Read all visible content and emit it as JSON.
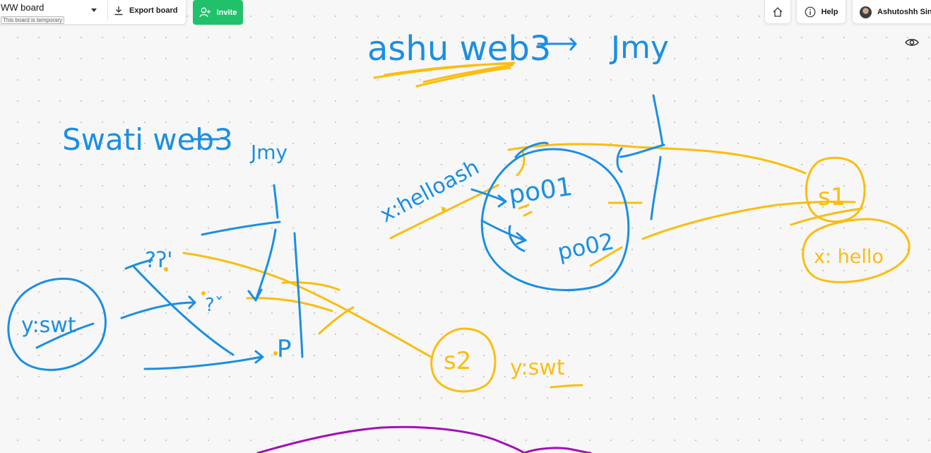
{
  "board": {
    "title": "WW board",
    "temporary_note": "This board is temporary",
    "export_label": "Export board",
    "invite_label": "Invite"
  },
  "toolbar": {
    "help_label": "Help",
    "user_name": "Ashutoshh Singh"
  },
  "colors": {
    "blue_ink": "#1a8fe3",
    "yellow_ink": "#fbbd0f",
    "purple_ink": "#a310b7",
    "invite_green": "#21c16b"
  },
  "canvas": {
    "handwriting": [
      "ashu web3",
      "Jmy",
      "Swati web3",
      "Jmy",
      "x:helloash",
      "po01",
      "po02",
      "s1",
      "x: hello",
      "s2",
      "y:swt",
      "y:swt"
    ]
  }
}
